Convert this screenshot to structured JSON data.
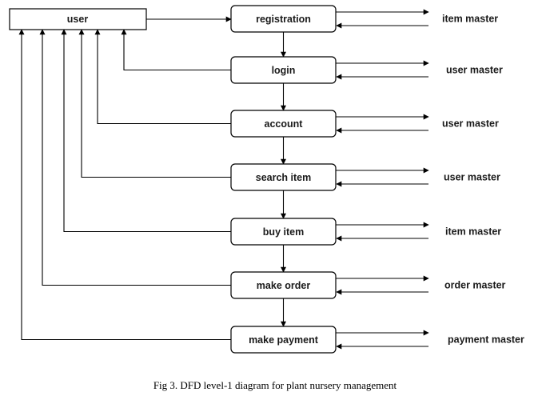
{
  "diagram": {
    "entity": {
      "id": "user",
      "label": "user"
    },
    "processes": [
      {
        "id": "registration",
        "label": "registration",
        "store": "item master"
      },
      {
        "id": "login",
        "label": "login",
        "store": "user master"
      },
      {
        "id": "account",
        "label": "account",
        "store": "user master"
      },
      {
        "id": "search-item",
        "label": "search item",
        "store": "user master"
      },
      {
        "id": "buy-item",
        "label": "buy item",
        "store": "item master"
      },
      {
        "id": "make-order",
        "label": "make order",
        "store": "order master"
      },
      {
        "id": "make-payment",
        "label": "make payment",
        "store": "payment master"
      }
    ]
  },
  "caption": "Fig 3. DFD level-1 diagram for plant nursery management"
}
